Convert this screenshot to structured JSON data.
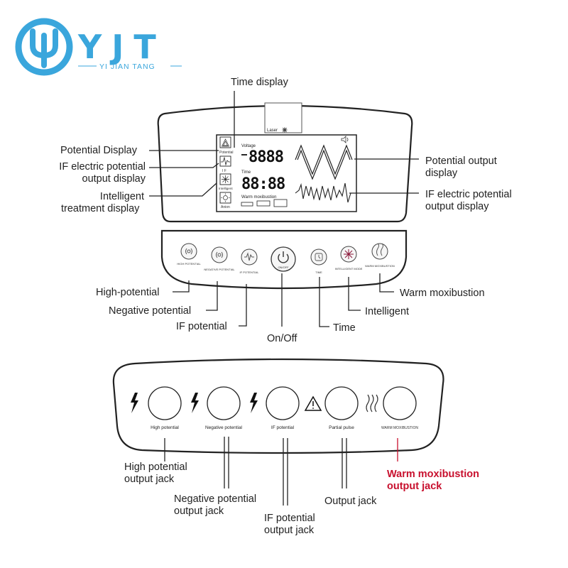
{
  "brand": {
    "name": "YJT",
    "subtitle": "YI JIAN TANG",
    "color": "#3aa6dc"
  },
  "device_top": {
    "screen": {
      "laser": "Laser",
      "voltage": "Voltage",
      "voltage_digits": "8888",
      "time": "Time",
      "time_digits": "88:88",
      "warm": "Warm moxibustion",
      "icons": [
        {
          "label": "Potential",
          "icon": "triangle-icon"
        },
        {
          "label": "I F",
          "icon": "wave-icon"
        },
        {
          "label": "Intelligent",
          "icon": "fan-icon"
        },
        {
          "label": "Anion",
          "icon": "sun-icon"
        }
      ]
    },
    "buttons": [
      {
        "label": "HIGH POTENTIAL",
        "icon": "waves-icon"
      },
      {
        "label": "NEGATIVE POTENTIAL",
        "icon": "waves-icon"
      },
      {
        "label": "IF POTENTIAL",
        "icon": "wave-icon"
      },
      {
        "label": "ON/OFF",
        "icon": "power-icon"
      },
      {
        "label": "TIME",
        "icon": "clock-icon"
      },
      {
        "label": "INTELLIGENT MODE",
        "icon": "fan-icon"
      },
      {
        "label": "WARM MOXIBUSTION",
        "icon": "heat-icon"
      }
    ],
    "callouts": {
      "time_display": "Time display",
      "potential_display": "Potential Display",
      "if_display": [
        "IF electric potential",
        "output display"
      ],
      "intelligent_display": [
        "Intelligent",
        "treatment display"
      ],
      "potential_output": [
        "Potential output",
        "display"
      ],
      "if_output": [
        "IF electric potential",
        "output display"
      ],
      "high_potential": "High-potential",
      "negative_potential": "Negative potential",
      "if_potential": "IF potential",
      "on_off": "On/Off",
      "time": "Time",
      "intelligent": "Intelligent",
      "warm_moxibustion": "Warm moxibustion"
    }
  },
  "device_bottom": {
    "jacks": [
      {
        "label": "High potential",
        "icon": "lightning-icon"
      },
      {
        "label": "Negative potential",
        "icon": "lightning-icon"
      },
      {
        "label": "IF potential",
        "icon": "lightning-icon"
      },
      {
        "label": "Partial pulse",
        "icon": "warning-icon"
      },
      {
        "label": "WARM MOXIBUSTION",
        "icon": "heat-icon"
      }
    ],
    "callouts": {
      "high": [
        "High potential",
        "output jack"
      ],
      "negative": [
        "Negative potential",
        "output jack"
      ],
      "if": [
        "IF potential",
        "output jack"
      ],
      "output": "Output jack",
      "warm": [
        "Warm moxibustion",
        "output jack"
      ]
    },
    "accent_color": "#c8102e"
  }
}
